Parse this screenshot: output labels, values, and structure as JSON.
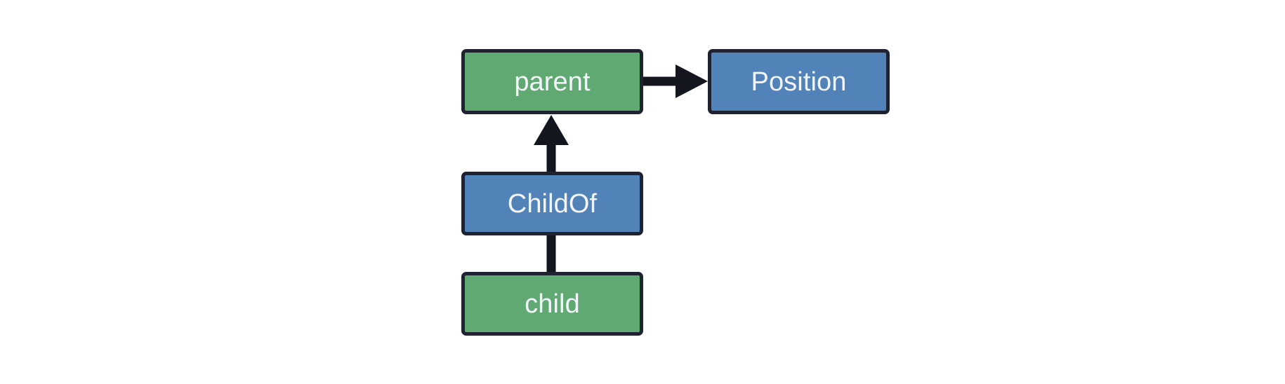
{
  "diagram": {
    "type": "entity-relationship-graph",
    "background_color": "#ffffff",
    "palette": {
      "entity_fill": "#61a972",
      "relation_fill": "#5182b8",
      "border": "#1f2230",
      "edge": "#13161f",
      "label_text": "#f3f5fa"
    },
    "nodes": [
      {
        "id": "parent",
        "label": "parent",
        "kind": "entity",
        "fill": "#61a972",
        "border": "#1f2230"
      },
      {
        "id": "position",
        "label": "Position",
        "kind": "component",
        "fill": "#5182b8",
        "border": "#1f2230"
      },
      {
        "id": "childof",
        "label": "ChildOf",
        "kind": "relation",
        "fill": "#5182b8",
        "border": "#1f2230"
      },
      {
        "id": "child",
        "label": "child",
        "kind": "entity",
        "fill": "#61a972",
        "border": "#1f2230"
      }
    ],
    "edges": [
      {
        "id": "parent-to-position",
        "from": "parent",
        "to": "position",
        "label": "",
        "arrowhead": "filled-triangle",
        "direction": "right"
      },
      {
        "id": "childof-to-parent",
        "from": "childof",
        "to": "parent",
        "label": "",
        "arrowhead": "filled-triangle",
        "direction": "up"
      },
      {
        "id": "child-to-childof",
        "from": "child",
        "to": "childof",
        "label": "",
        "arrowhead": "none",
        "direction": "none"
      }
    ]
  }
}
